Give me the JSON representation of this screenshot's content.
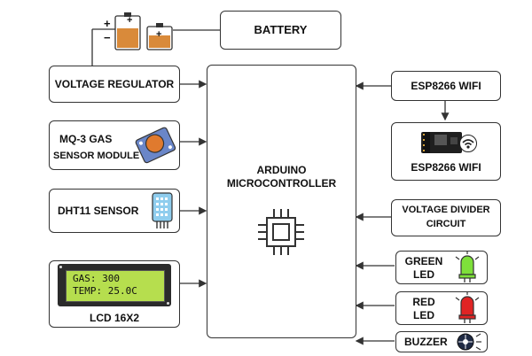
{
  "diagram": {
    "battery": {
      "label": "BATTERY"
    },
    "voltage_regulator": {
      "label": "VOLTAGE REGULATOR"
    },
    "gas_sensor": {
      "label_line1": "MQ-3 GAS",
      "label_line2": "SENSOR MODULE"
    },
    "dht11": {
      "label": "DHT11 SENSOR"
    },
    "lcd": {
      "label": "LCD 16X2",
      "line1": "GAS: 300",
      "line2": "TEMP: 25.0C"
    },
    "controller": {
      "label_line1": "ARDUINO",
      "label_line2": "MICROCONTROLLER"
    },
    "wifi_top": {
      "label": "ESP8266 WIFI"
    },
    "wifi_module": {
      "label": "ESP8266 WIFI"
    },
    "voltage_divider": {
      "label_line1": "VOLTAGE DIVIDER",
      "label_line2": "CIRCUIT"
    },
    "green_led": {
      "label_line1": "GREEN",
      "label_line2": "LED"
    },
    "red_led": {
      "label_line1": "RED",
      "label_line2": "LED"
    },
    "buzzer": {
      "label": "BUZZER"
    },
    "battery_terminals": {
      "plus_left": "+",
      "plus_right": "+",
      "minus_left": "−",
      "plus_cell1": "+",
      "plus_cell2": "+"
    }
  },
  "colors": {
    "border": "#333333",
    "lcd_screen": "#b6de4e",
    "green_led": "#7ee03a",
    "red_led": "#e02424",
    "battery_fill": "#d98a3a",
    "gas_sensor_body": "#6a86c8",
    "gas_sensor_cap": "#e07a2e",
    "dht_body": "#8fcdee"
  }
}
